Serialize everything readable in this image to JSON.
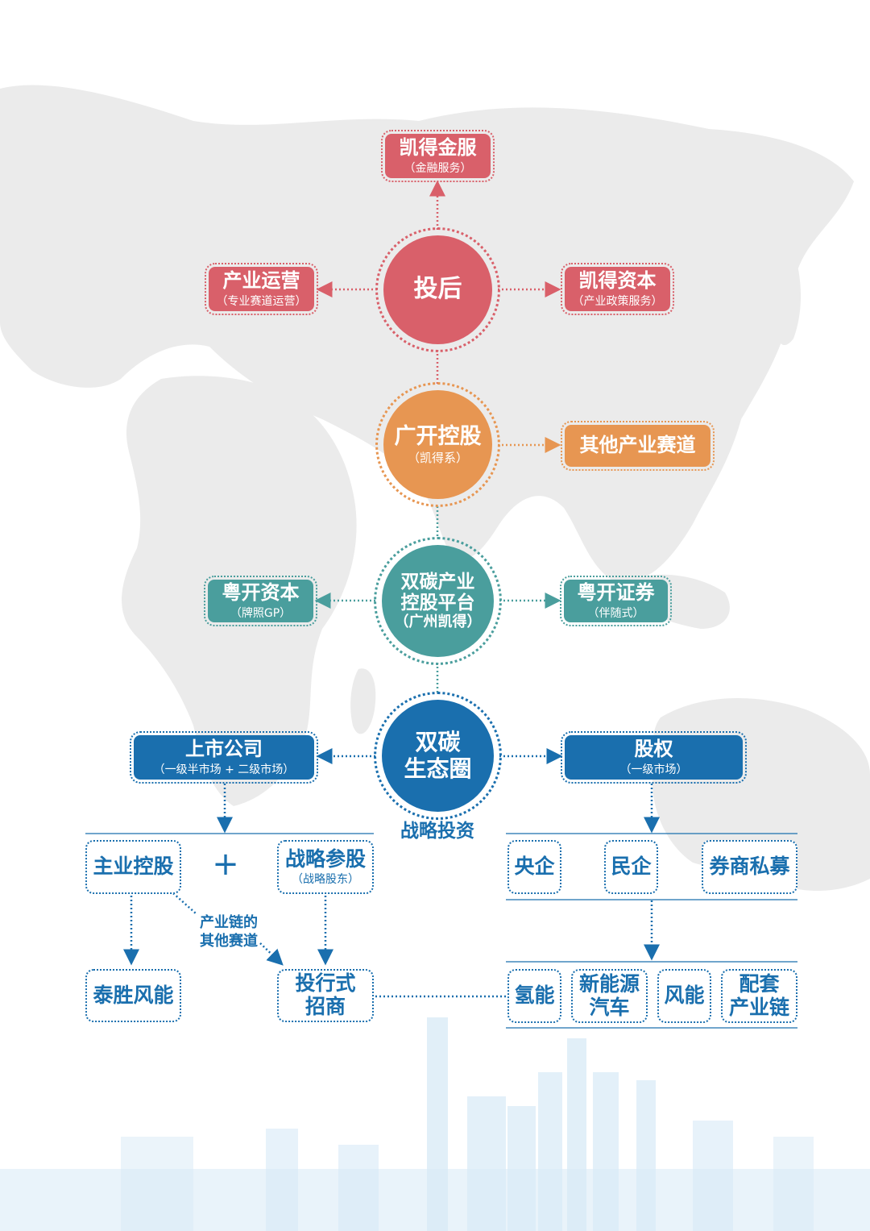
{
  "colors": {
    "red": "#d9606a",
    "orange": "#e79652",
    "teal": "#4a9e9d",
    "blue": "#1a6fae",
    "map_gray": "#ebebeb",
    "skyline": "#d7e9f6"
  },
  "tier_post": {
    "center": "投后",
    "top": {
      "title": "凯得金服",
      "subtitle": "（金融服务）"
    },
    "left": {
      "title": "产业运营",
      "subtitle": "（专业赛道运营）"
    },
    "right": {
      "title": "凯得资本",
      "subtitle": "（产业政策服务）"
    }
  },
  "tier_holding": {
    "center": {
      "title": "广开控股",
      "subtitle": "（凯得系）"
    },
    "right": "其他产业赛道"
  },
  "tier_platform": {
    "center": {
      "line1": "双碳产业",
      "line2": "控股平台",
      "line3": "（广州凯得）"
    },
    "left": {
      "title": "粤开资本",
      "subtitle": "（牌照GP）"
    },
    "right": {
      "title": "粤开证券",
      "subtitle": "（伴随式）"
    }
  },
  "tier_eco": {
    "center": {
      "line1": "双碳",
      "line2": "生态圈"
    },
    "caption": "战略投资",
    "left": {
      "title": "上市公司",
      "subtitle": "（一级半市场 + 二级市场）"
    },
    "right": {
      "title": "股权",
      "subtitle": "（一级市场）"
    }
  },
  "left_branch": {
    "main_holding": "主业控股",
    "plus": "+",
    "strategic": {
      "title": "战略参股",
      "subtitle": "（战略股东）"
    },
    "note": {
      "line1": "产业链的",
      "line2": "其他赛道"
    },
    "taisheng": "泰胜风能",
    "investment_attraction": {
      "line1": "投行式",
      "line2": "招商"
    }
  },
  "right_branch": {
    "investors": [
      "央企",
      "民企",
      "券商私募"
    ],
    "sectors": [
      {
        "line1": "氢能"
      },
      {
        "line1": "新能源",
        "line2": "汽车"
      },
      {
        "line1": "风能"
      },
      {
        "line1": "配套",
        "line2": "产业链"
      }
    ]
  }
}
